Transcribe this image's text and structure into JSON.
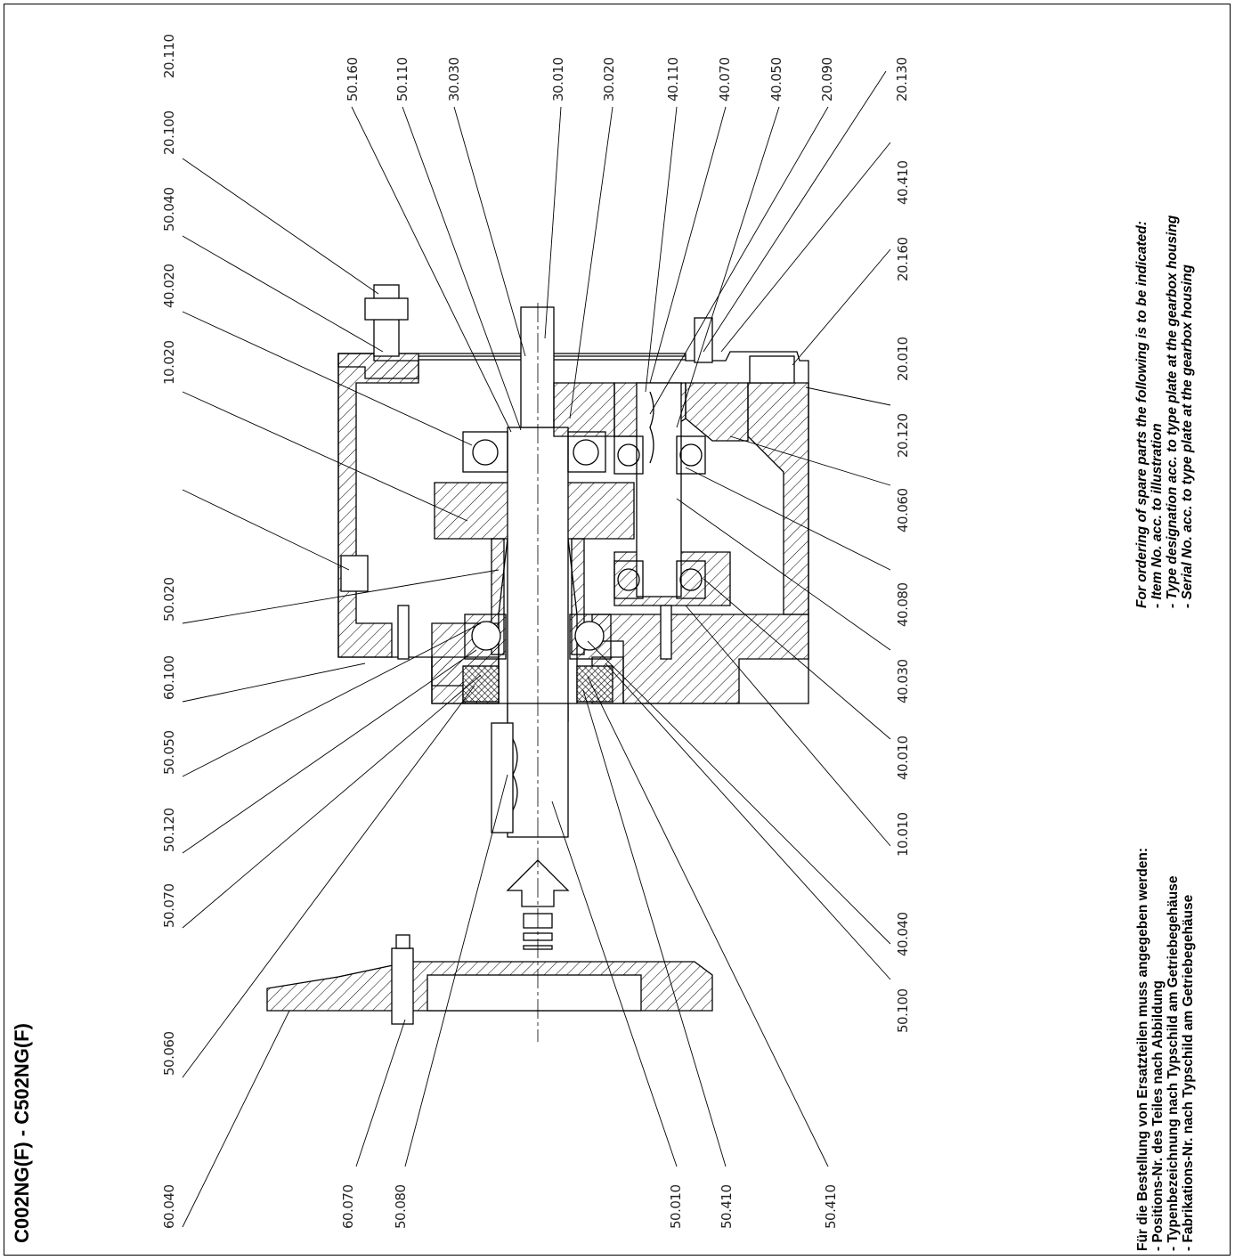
{
  "title": "C002NG(F) - C502NG(F)",
  "note_de": {
    "heading": "Für die Bestellung von Ersatzteilen muss angegeben werden:",
    "items": [
      "- Positions-Nr. des Teiles nach Abbildung",
      "- Typenbezeichnung nach Typschild am Getriebegehäuse",
      "- Fabrikations-Nr. nach Typschild am Getriebegehäuse"
    ]
  },
  "note_en": {
    "heading": "For ordering of spare parts the following is to be indicated:",
    "items": [
      "- Item No. acc. to illustration",
      "- Type designation acc. to type plate at the gearbox housing",
      "- Serial No. acc. to type plate at the gearbox housing"
    ]
  },
  "part_labels": {
    "left_column": [
      "60.040",
      "50.060",
      "50.070",
      "50.120",
      "50.050",
      "60.100",
      "50.020",
      "10.020",
      "40.020",
      "50.040",
      "20.100",
      "20.110"
    ],
    "left_bottom": [
      "60.070",
      "50.080"
    ],
    "top_row": [
      "50.160",
      "50.110",
      "30.030",
      "30.010",
      "30.020",
      "40.110",
      "40.070",
      "40.050",
      "20.090",
      "20.130"
    ],
    "right_column": [
      "50.100",
      "40.040",
      "10.010",
      "40.010",
      "40.030",
      "40.080",
      "40.060",
      "20.120",
      "20.010",
      "20.160",
      "40.410"
    ],
    "bottom_row": [
      "50.010",
      "50.410",
      "50.410"
    ]
  }
}
